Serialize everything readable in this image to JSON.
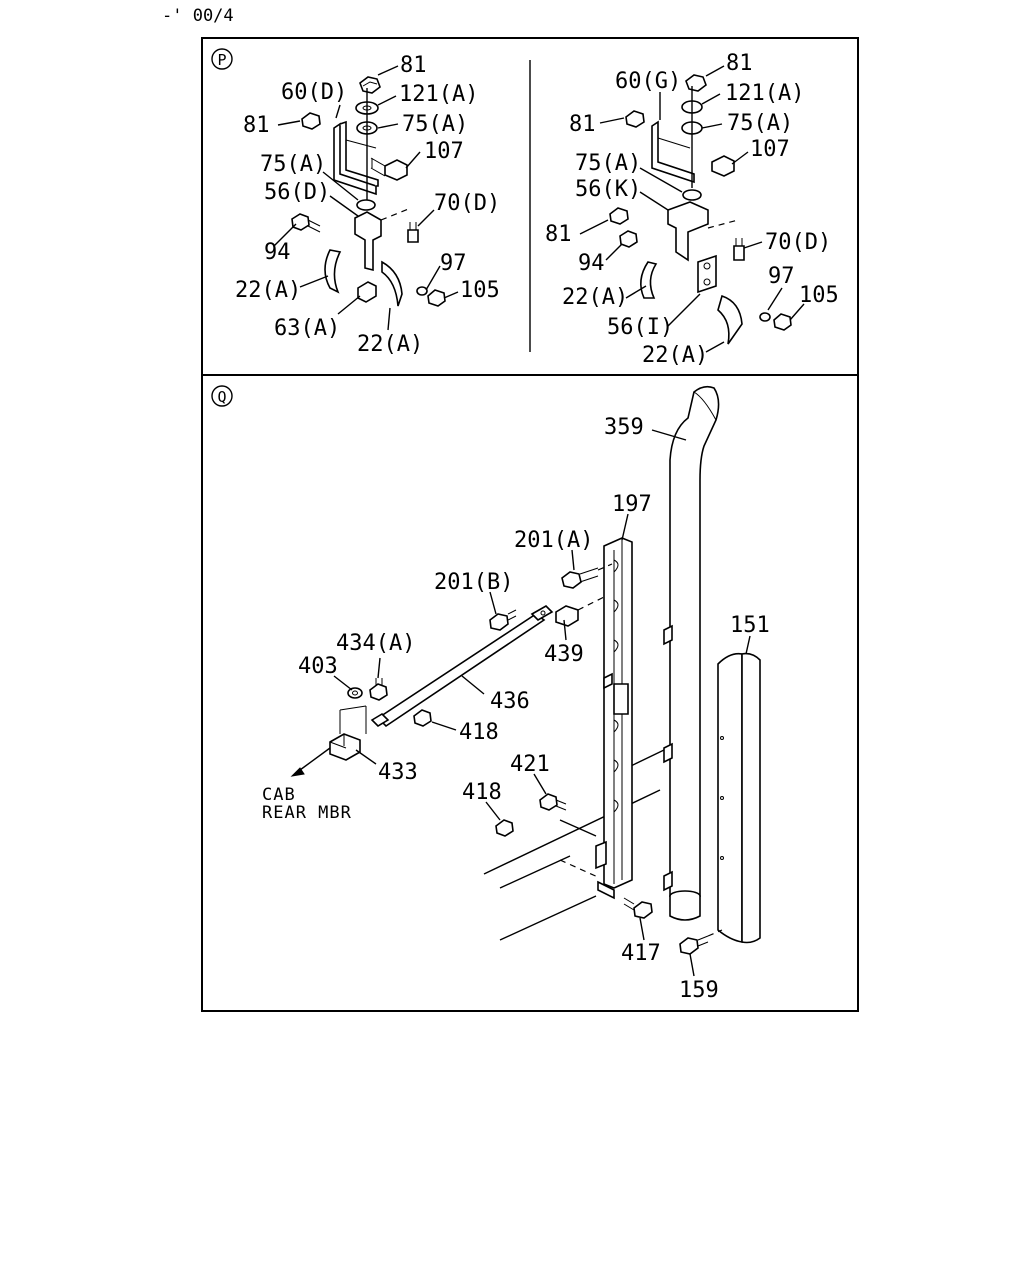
{
  "header": {
    "ref": "-' 00/4"
  },
  "panels": {
    "p": {
      "marker": "P",
      "left_labels": [
        "81",
        "60(D)",
        "121(A)",
        "81",
        "75(A)",
        "75(A)",
        "107",
        "56(D)",
        "70(D)",
        "94",
        "97",
        "22(A)",
        "105",
        "63(A)",
        "22(A)"
      ],
      "right_labels": [
        "81",
        "60(G)",
        "121(A)",
        "81",
        "75(A)",
        "107",
        "75(A)",
        "56(K)",
        "81",
        "70(D)",
        "94",
        "97",
        "22(A)",
        "105",
        "56(I)",
        "22(A)"
      ]
    },
    "q": {
      "marker": "Q",
      "labels": [
        "359",
        "197",
        "201(A)",
        "201(B)",
        "151",
        "439",
        "434(A)",
        "403",
        "436",
        "418",
        "433",
        "421",
        "418",
        "417",
        "159"
      ],
      "cab_line1": "CAB",
      "cab_line2": "REAR MBR"
    }
  }
}
